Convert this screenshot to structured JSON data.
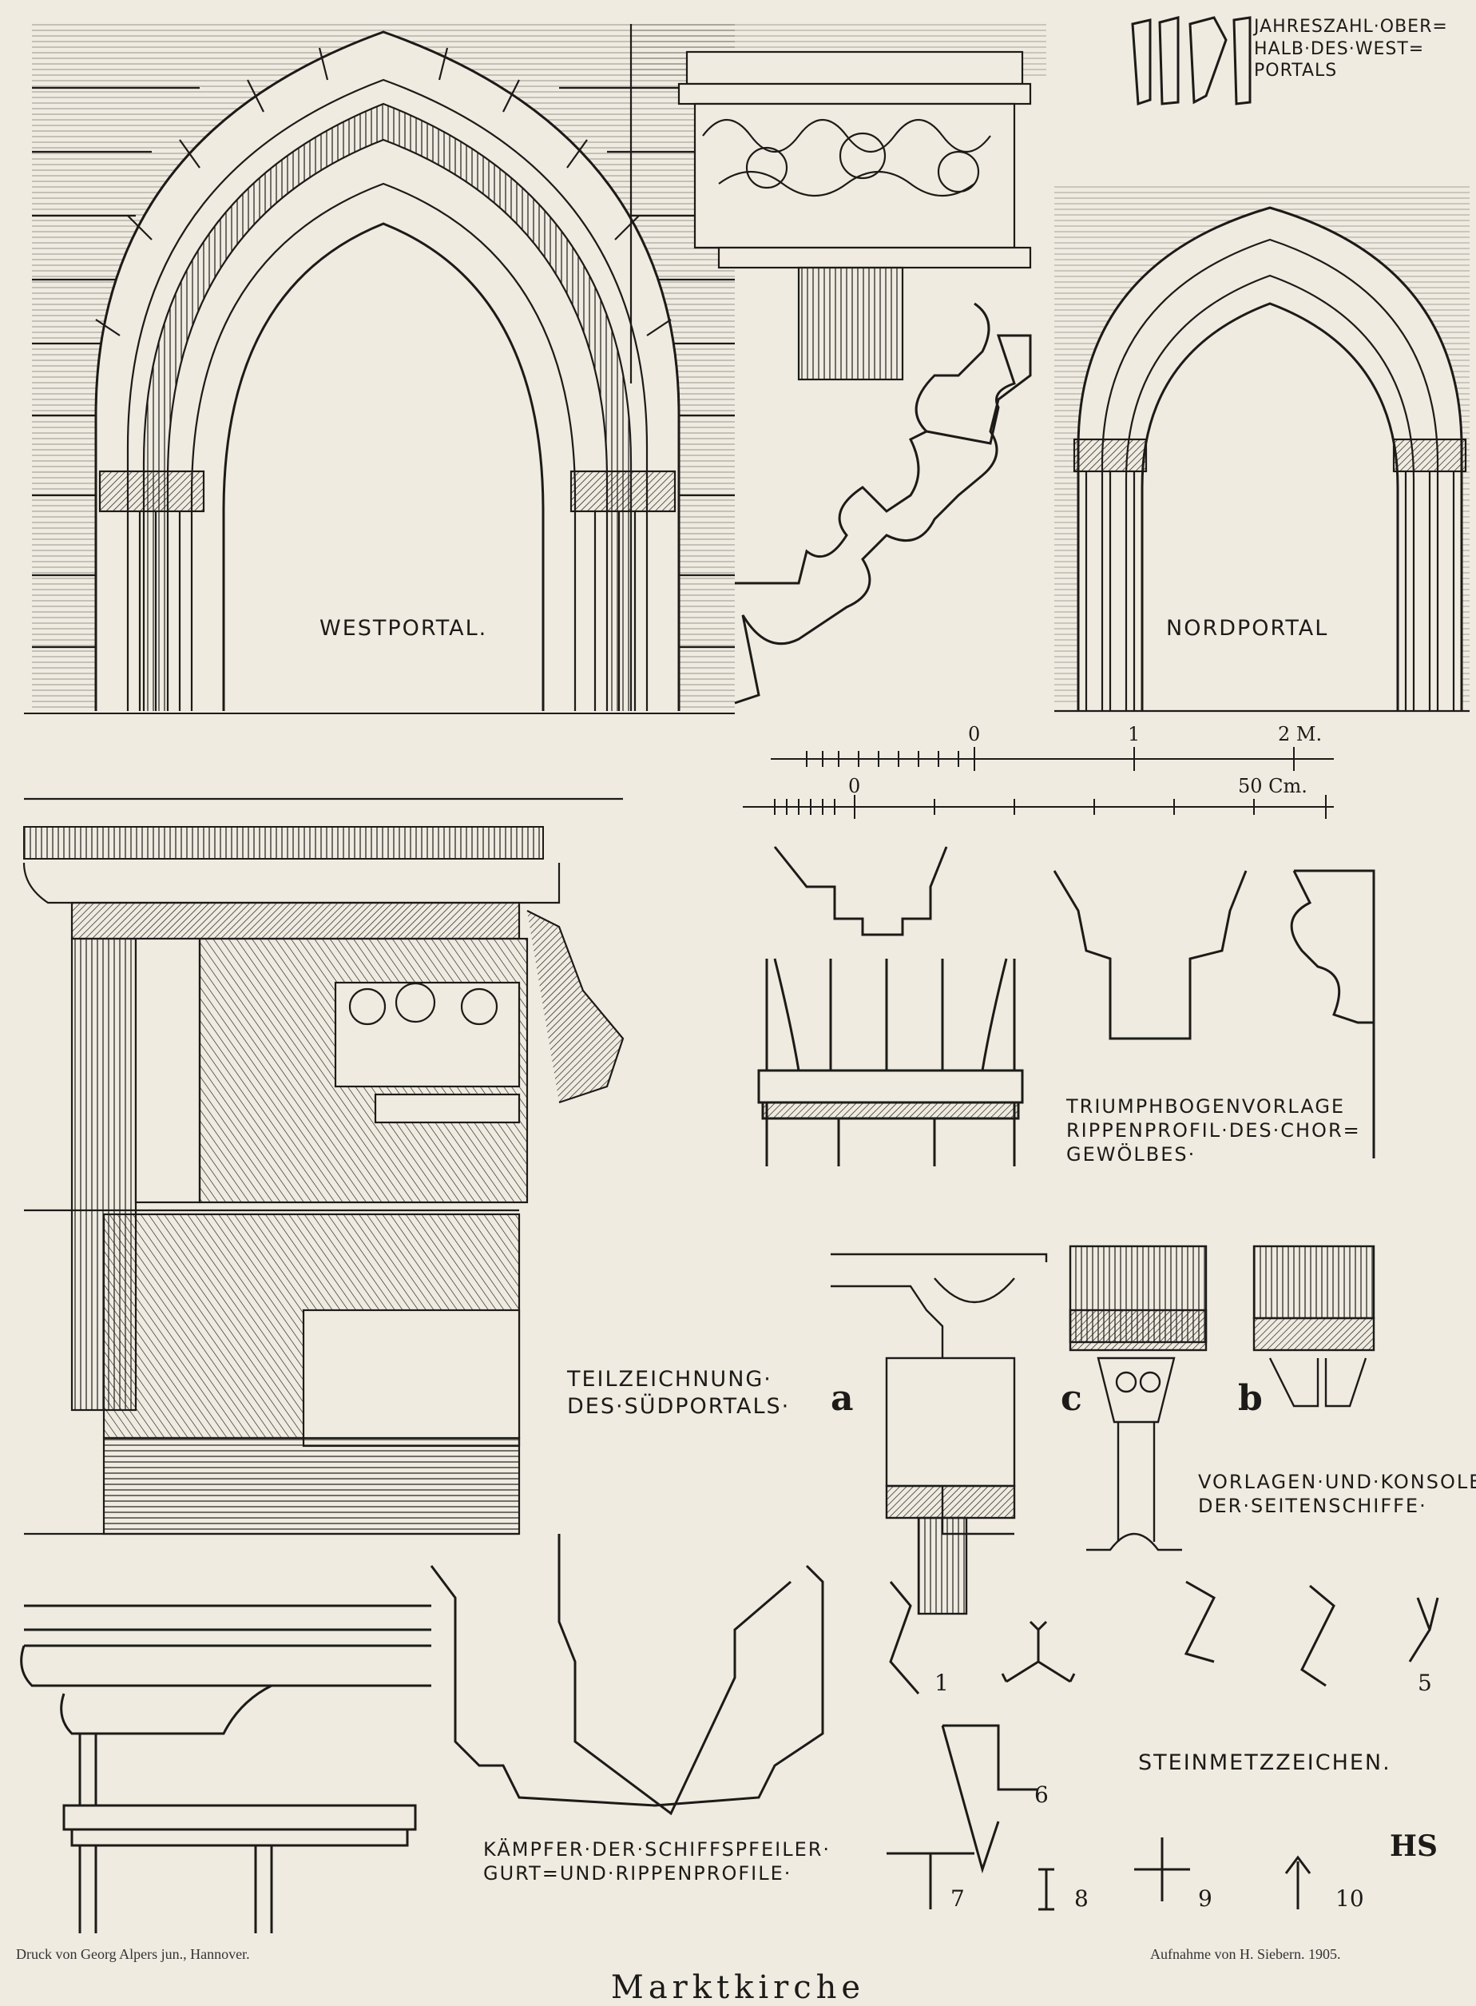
{
  "date_note": "JAHRESZAHL·OBER=\nHALB·DES·WEST=\nPORTALS",
  "labels": {
    "westportal": "WESTPORTAL.",
    "nordportal": "NORDPORTAL",
    "triumph": "TRIUMPHBOGENVORLAGE\nRIPPENPROFIL·DES·CHOR=\nGEWÖLBES·",
    "teilzeichnung": "TEILZEICHNUNG·\nDES·SÜDPORTALS·",
    "vorlagen": "VORLAGEN·UND·KONSOLE\nDER·SEITENSCHIFFE·",
    "kaempfer": "KÄMPFER·DER·SCHIFFSPFEILER·\nGURT=UND·RIPPENPROFILE·",
    "steinmetz": "STEINMETZZEICHEN."
  },
  "letters": {
    "a": "a",
    "b": "b",
    "c": "c"
  },
  "scale": {
    "upper_ticks": [
      "0",
      "1",
      "2 M."
    ],
    "lower_ticks": [
      "0",
      "50 Cm."
    ]
  },
  "marks": [
    "1",
    "5",
    "6",
    "7",
    "8",
    "9",
    "10"
  ],
  "monogram": "HS",
  "footer": {
    "left": "Druck von Georg Alpers jun., Hannover.",
    "right": "Aufnahme von H. Siebern.  1905.",
    "bottom_title": "Marktkirche"
  }
}
